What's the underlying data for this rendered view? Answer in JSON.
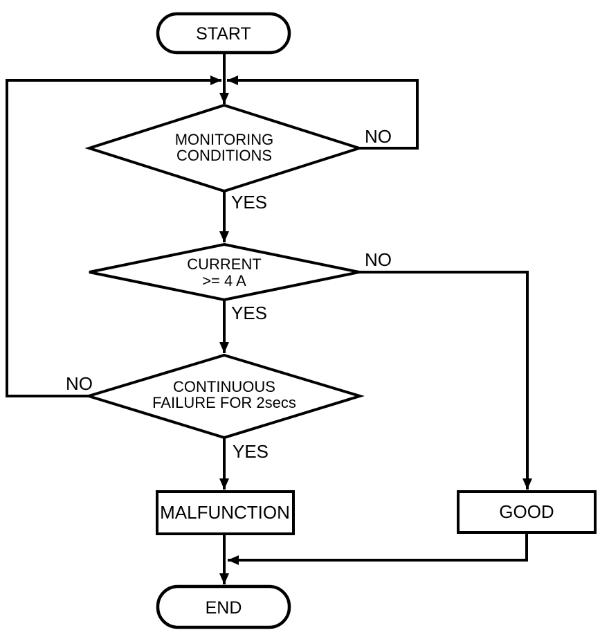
{
  "colors": {
    "background": "#ffffff",
    "line": "#000000",
    "text": "#000000"
  },
  "nodes": {
    "start": {
      "label": "START"
    },
    "monitoring_conditions": {
      "line1": "MONITORING",
      "line2": "CONDITIONS"
    },
    "current_check": {
      "line1": "CURRENT",
      "line2": ">= 4 A"
    },
    "continuous_failure": {
      "line1": "CONTINUOUS",
      "line2": "FAILURE FOR 2secs"
    },
    "malfunction": {
      "label": "MALFUNCTION"
    },
    "good": {
      "label": "GOOD"
    },
    "end": {
      "label": "END"
    }
  },
  "edge_labels": {
    "monitoring_no": "NO",
    "monitoring_yes": "YES",
    "current_no": "NO",
    "current_yes": "YES",
    "continuous_no": "NO",
    "continuous_yes": "YES"
  }
}
